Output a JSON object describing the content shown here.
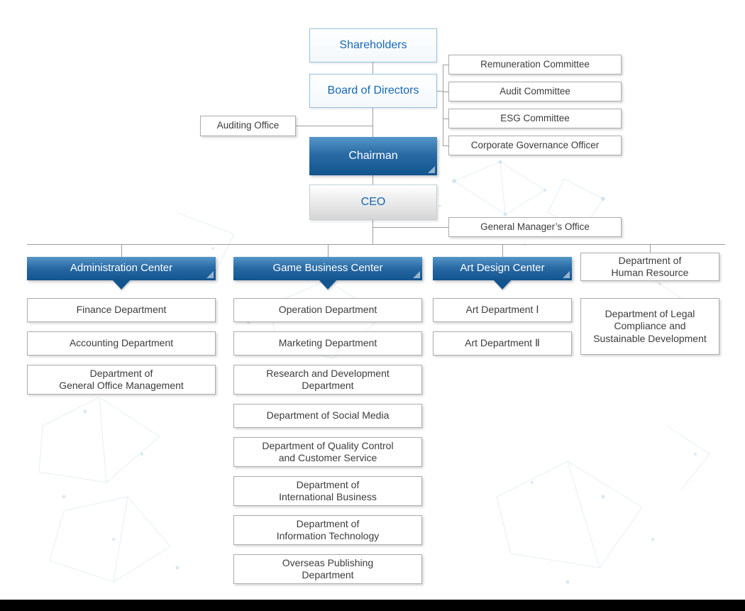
{
  "colors": {
    "accent_blue_text": "#1668b3",
    "header_gradient_top": "#5596c8",
    "header_gradient_bottom": "#11548e",
    "box_border_gray": "#ababab",
    "box_border_blue": "#97c1de",
    "connector_gray": "#9e9e9e",
    "bottom_bar": "#000000"
  },
  "top": {
    "shareholders": "Shareholders",
    "board_of_directors": "Board of Directors",
    "chairman": "Chairman",
    "ceo": "CEO",
    "auditing_office": "Auditing Office",
    "general_managers_office": "General Manager’s Office",
    "committees": [
      "Remuneration Committee",
      "Audit Committee",
      "ESG Committee",
      "Corporate Governance Officer"
    ]
  },
  "columns": [
    {
      "header": "Administration Center",
      "departments": [
        "Finance Department",
        "Accounting Department",
        "Department of\nGeneral Office Management"
      ]
    },
    {
      "header": "Game Business Center",
      "departments": [
        "Operation Department",
        "Marketing Department",
        "Research and Development\nDepartment",
        "Department of Social Media",
        "Department of Quality Control\nand Customer Service",
        "Department of\nInternational Business",
        "Department of\nInformation Technology",
        "Overseas Publishing\nDepartment"
      ]
    },
    {
      "header": "Art Design Center",
      "departments": [
        "Art Department Ⅰ",
        "Art Department Ⅱ"
      ]
    },
    {
      "header": null,
      "departments": [
        "Department of\nHuman Resource",
        "Department of Legal\nCompliance and\nSustainable Development"
      ]
    }
  ]
}
